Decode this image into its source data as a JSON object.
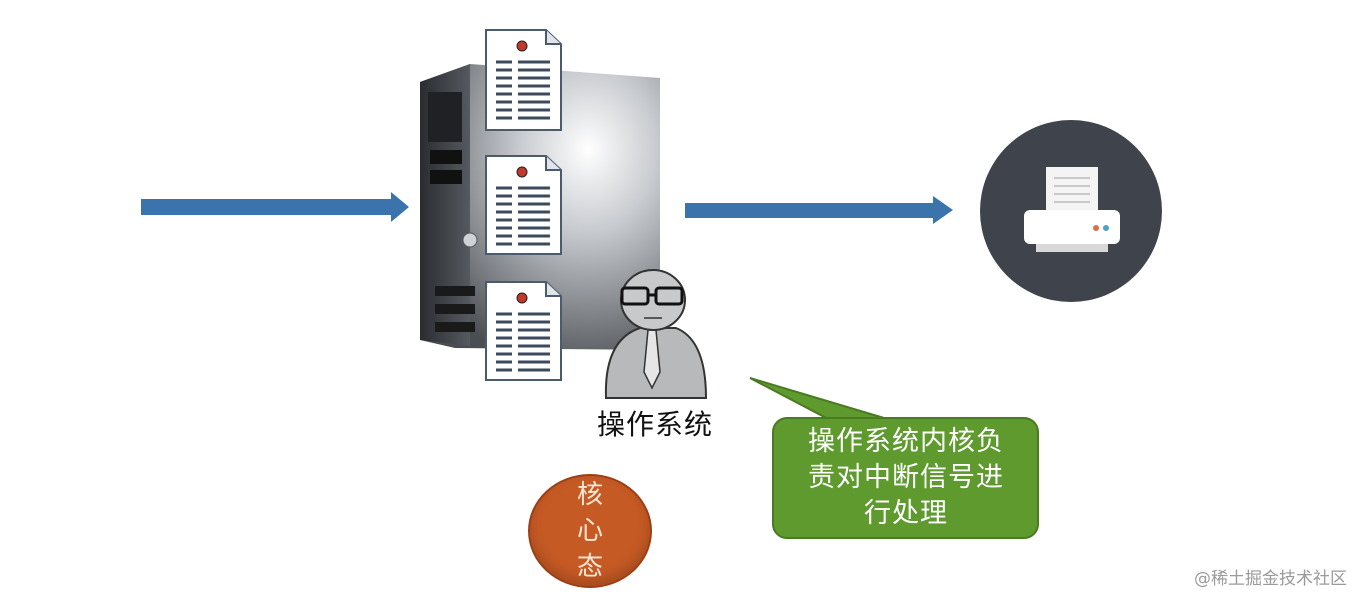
{
  "labels": {
    "os": "操作系统",
    "mode_chars": [
      "核",
      "心",
      "态"
    ],
    "bubble_lines": [
      "操作系统内核负",
      "责对中断信号进",
      "行处理"
    ],
    "watermark": "@稀土掘金技术社区"
  },
  "colors": {
    "arrow": "#3b73ad",
    "printer_circle": "#3f444c",
    "bubble": "#5e9a2e",
    "mode_badge": "#c65a24"
  },
  "icons": {
    "server": "server-tower-icon",
    "documents": "document-icon",
    "person": "os-person-icon",
    "printer": "printer-icon"
  }
}
